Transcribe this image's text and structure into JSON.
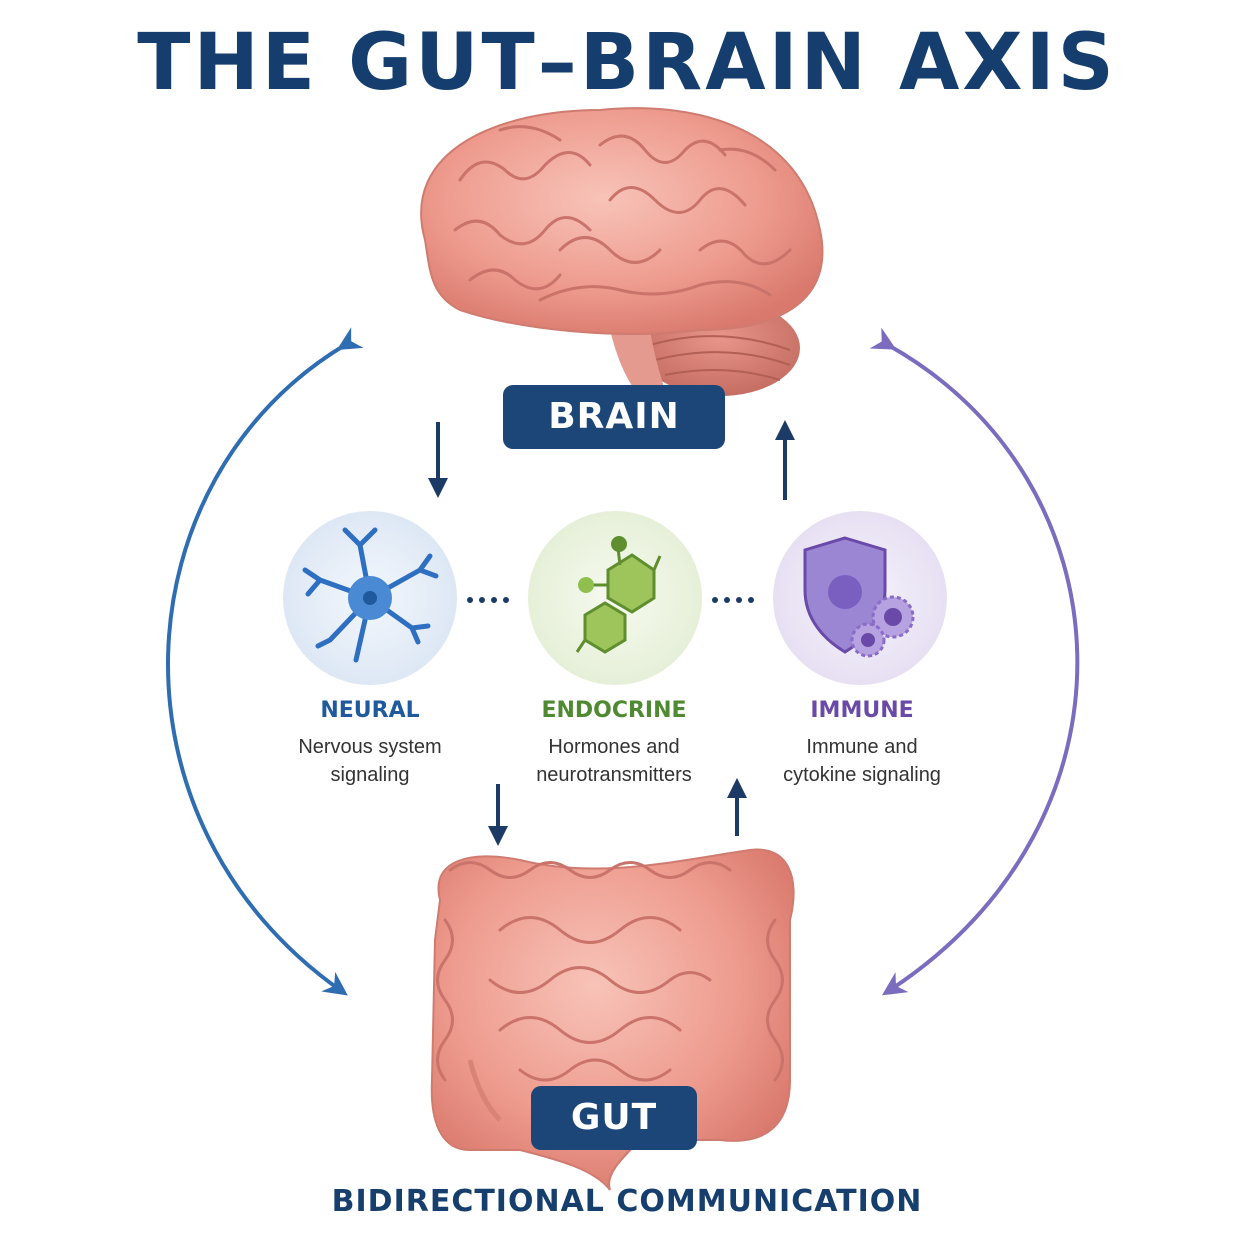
{
  "title": "THE GUT–BRAIN AXIS",
  "nodes": {
    "brain": {
      "label": "BRAIN"
    },
    "gut": {
      "label": "GUT"
    }
  },
  "pathways": [
    {
      "name": "NEURAL",
      "description_line1": "Nervous system",
      "description_line2": "signaling",
      "color": "#1f5a9e",
      "icon": "neuron-icon"
    },
    {
      "name": "ENDOCRINE",
      "description_line1": "Hormones and",
      "description_line2": "neurotransmitters",
      "color": "#4f8a32",
      "icon": "molecule-icon"
    },
    {
      "name": "IMMUNE",
      "description_line1": "Immune and",
      "description_line2": "cytokine signaling",
      "color": "#6a4aa8",
      "icon": "shield-icon"
    }
  ],
  "footer": "BIDIRECTIONAL COMMUNICATION",
  "colors": {
    "navy": "#1b4677",
    "blue_arc": "#2f6db3",
    "purple_arc": "#7b6cc0",
    "tissue": "#f0a094"
  }
}
